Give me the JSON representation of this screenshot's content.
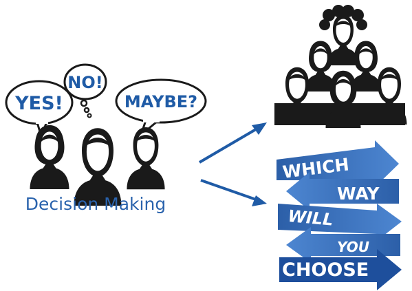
{
  "left_group": {
    "caption": "Decision Making",
    "bubbles": {
      "yes": "YES!",
      "no": "NO!",
      "maybe": "MAYBE?"
    }
  },
  "sign": {
    "arrows": [
      "WHICH",
      "WAY",
      "WILL",
      "YOU",
      "CHOOSE"
    ]
  },
  "colors": {
    "accent": "#1f5ba6",
    "silhouette": "#1a1a1a",
    "arrow_light": "#5b8fd6",
    "arrow_dark": "#1e4f9c"
  }
}
